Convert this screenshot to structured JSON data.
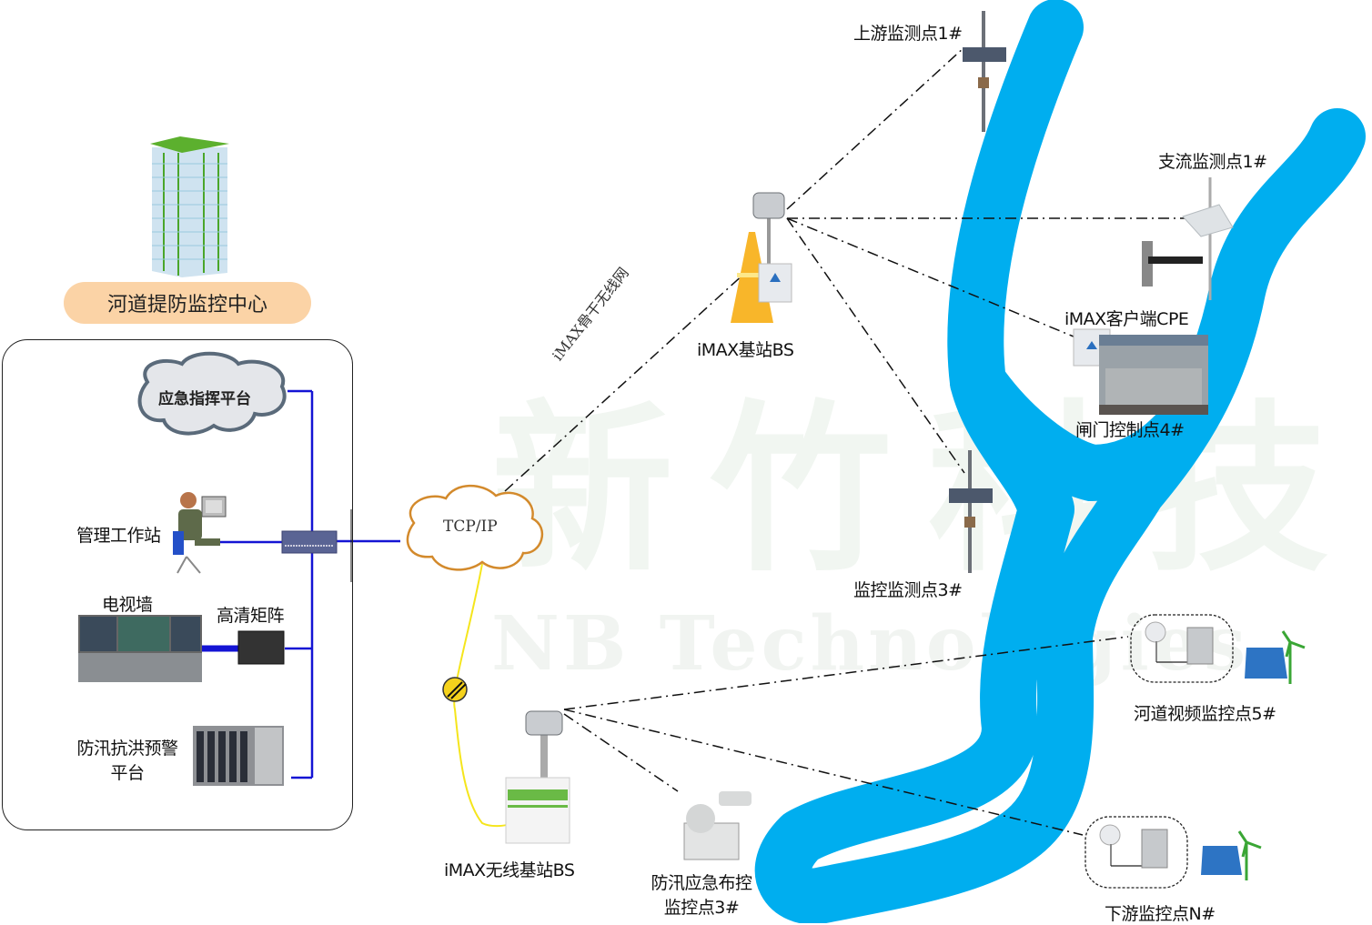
{
  "title": "河道堤防监控中心",
  "watermark": {
    "cn": "新竹科技",
    "en": "NB Technologies"
  },
  "colors": {
    "river": "#00aeef",
    "lan_line": "#1414d4",
    "wireless_line": "#111111",
    "fiber_line": "#f5e51c",
    "cloud_outline_tcp": "#d38a2c",
    "center_pill": "#fbd3a6"
  },
  "control_center": {
    "label": "河道提防监控中心",
    "building_icon": "office-building-icon",
    "components": [
      {
        "id": "emergency",
        "label": "应急指挥平台",
        "icon": "cloud-icon"
      },
      {
        "id": "workstation",
        "label": "管理工作站",
        "icon": "operator-workstation-icon"
      },
      {
        "id": "switch",
        "label": "",
        "icon": "network-switch-icon"
      },
      {
        "id": "tvwall",
        "label": "电视墙",
        "icon": "video-wall-icon"
      },
      {
        "id": "matrix",
        "label": "高清矩阵",
        "icon": "hd-matrix-icon"
      },
      {
        "id": "flood",
        "label": "防汛抗洪预警",
        "label2": "平台",
        "icon": "server-rack-icon"
      }
    ]
  },
  "network": {
    "tcpip": "TCP/IP",
    "backbone": "iMAX骨干无线网",
    "fiber_icon": "fiber-connector-icon"
  },
  "base_stations": [
    {
      "id": "bs1",
      "label": "iMAX基站BS",
      "icon": "tower-base-station-icon"
    },
    {
      "id": "bs2",
      "label": "iMAX无线基站BS",
      "icon": "building-base-station-icon"
    }
  ],
  "monitoring_points": [
    {
      "id": "up1",
      "label": "上游监测点1#",
      "icon": "solar-monitoring-pole-icon"
    },
    {
      "id": "branch1",
      "label": "支流监测点1#",
      "icon": "weather-station-icon"
    },
    {
      "id": "cpe",
      "label": "iMAX客户端CPE",
      "icon": "cpe-device-icon"
    },
    {
      "id": "gate4",
      "label": "闸门控制点4#",
      "icon": "sluice-gate-icon"
    },
    {
      "id": "mon3",
      "label": "监控监测点3#",
      "icon": "solar-monitoring-pole-icon"
    },
    {
      "id": "video5",
      "label": "河道视频监控点5#",
      "icon": "ptz-camera-icon"
    },
    {
      "id": "downN",
      "label": "下游监控点N#",
      "icon": "ptz-camera-icon"
    },
    {
      "id": "flood3",
      "label": "防汛应急布控",
      "label2": "监控点3#",
      "icon": "emergency-camera-unit-icon"
    }
  ]
}
